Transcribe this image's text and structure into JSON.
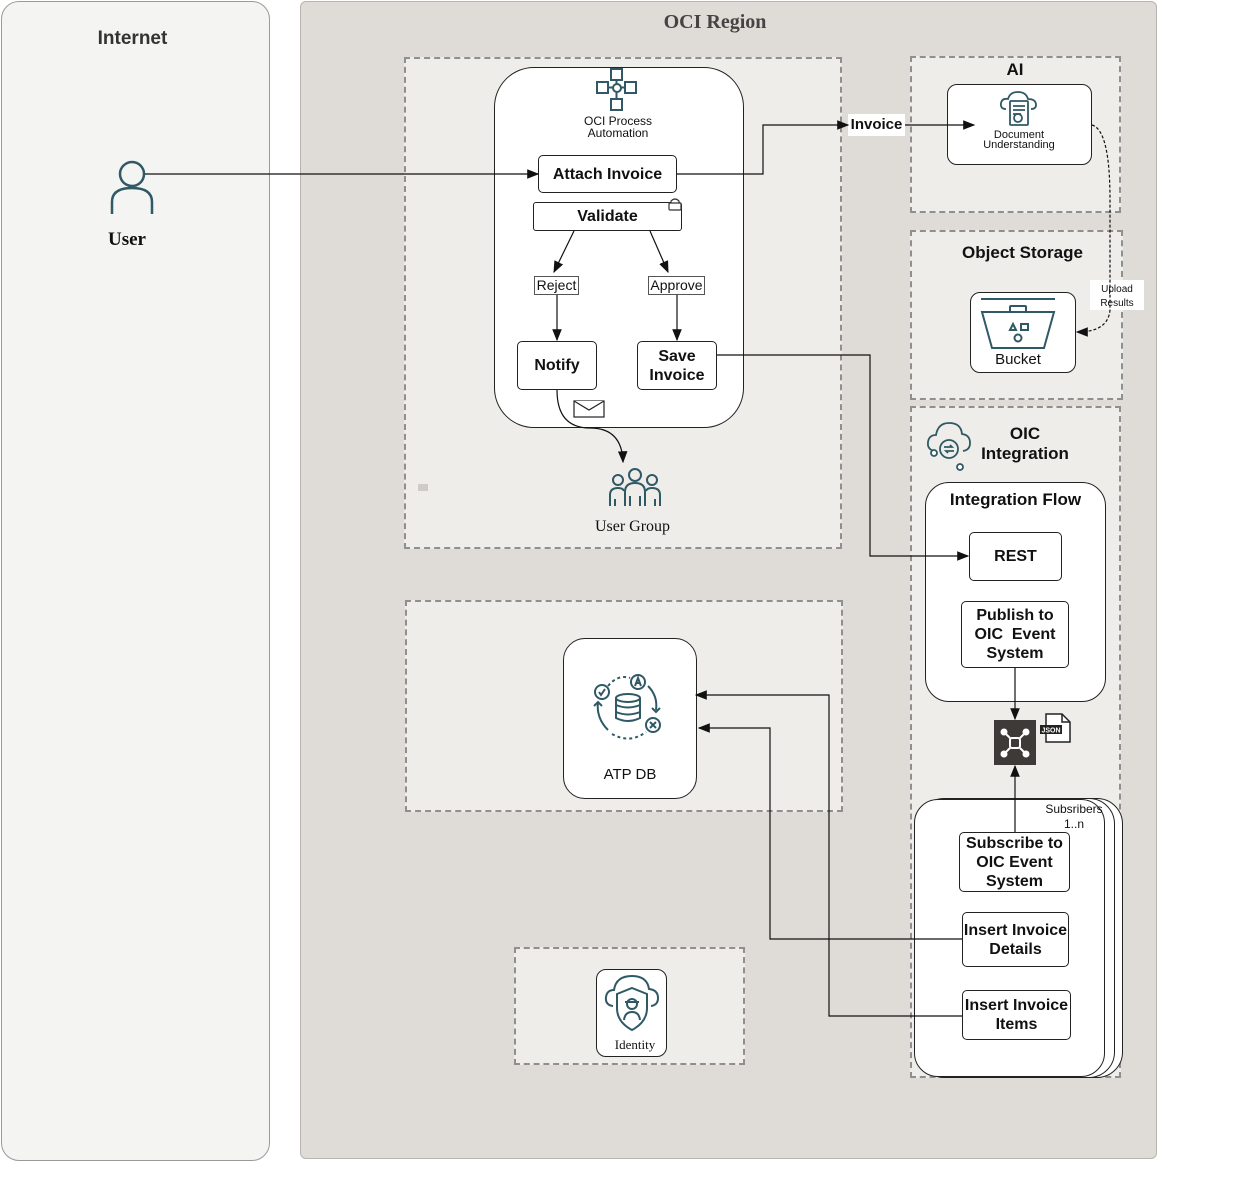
{
  "internet": {
    "title": "Internet",
    "user_label": "User"
  },
  "oci_region": {
    "title": "OCI Region"
  },
  "process_automation": {
    "title_line1": "OCI Process",
    "title_line2": "Automation",
    "attach_invoice": "Attach Invoice",
    "validate": "Validate",
    "reject": "Reject",
    "approve": "Approve",
    "notify": "Notify",
    "save_invoice_line1": "Save",
    "save_invoice_line2": "Invoice",
    "user_group": "User Group"
  },
  "ai": {
    "title": "AI",
    "invoice_label": "Invoice",
    "doc_line1": "Document",
    "doc_line2": "Understanding",
    "upload_line1": "Upload",
    "upload_line2": "Results"
  },
  "object_storage": {
    "title": "Object Storage",
    "bucket": "Bucket"
  },
  "oic": {
    "title_line1": "OIC",
    "title_line2": "Integration",
    "flow_title": "Integration Flow",
    "rest": "REST",
    "publish_line1": "Publish to",
    "publish_line2": "OIC  Event",
    "publish_line3": "System",
    "json_label": "JSON",
    "subscribers_line1": "Subsribers",
    "subscribers_line2": "1..n",
    "subscribe_line1": "Subscribe to",
    "subscribe_line2": "OIC Event",
    "subscribe_line3": "System",
    "insert_details_line1": "Insert Invoice",
    "insert_details_line2": "Details",
    "insert_items_line1": "Insert Invoice",
    "insert_items_line2": "Items"
  },
  "database": {
    "label": "ATP DB"
  },
  "identity": {
    "label": "Identity"
  },
  "colors": {
    "icon_teal": "#2f5965",
    "event_hub": "#3d3a37",
    "oci_bg": "#dfdcd8",
    "zone_bg": "#efedea"
  }
}
